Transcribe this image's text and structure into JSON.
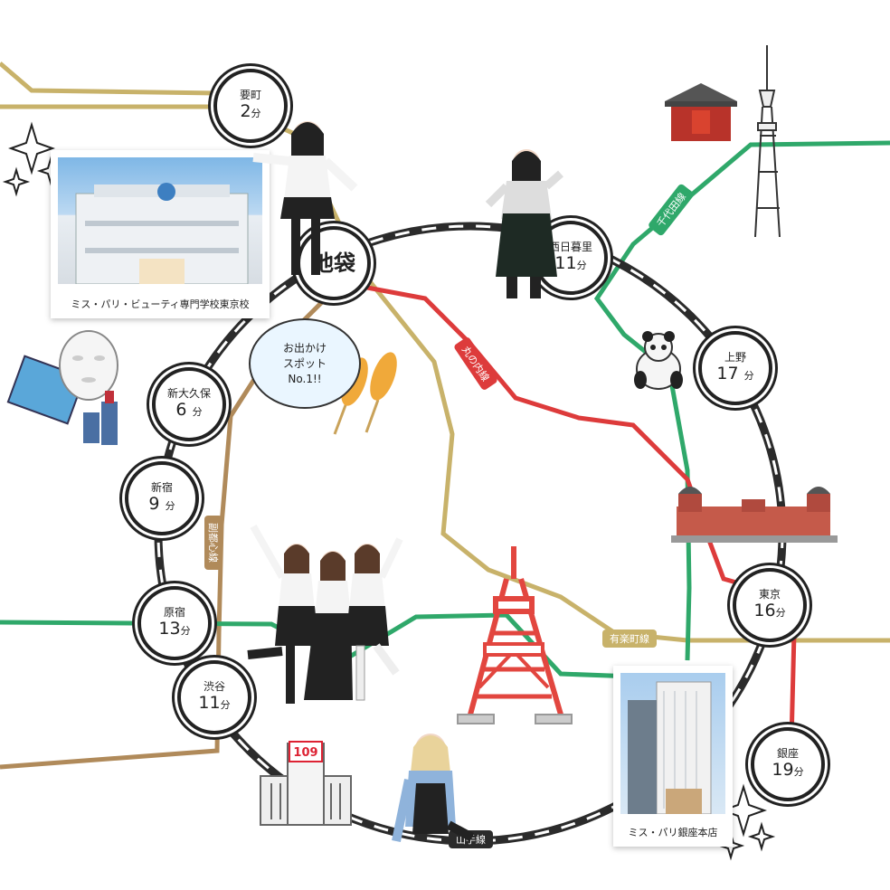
{
  "stations": [
    {
      "id": "kanamecho",
      "name": "要町",
      "minutes": "2",
      "unit": "分"
    },
    {
      "id": "ikebukuro",
      "name": "池袋",
      "minutes": "",
      "unit": ""
    },
    {
      "id": "nishinippori",
      "name": "西日暮里",
      "minutes": "11",
      "unit": "分"
    },
    {
      "id": "ueno",
      "name": "上野",
      "minutes": "17",
      "unit": "分"
    },
    {
      "id": "shinokubo",
      "name": "新大久保",
      "minutes": "6",
      "unit": "分"
    },
    {
      "id": "shinjuku",
      "name": "新宿",
      "minutes": "9",
      "unit": "分"
    },
    {
      "id": "harajuku",
      "name": "原宿",
      "minutes": "13",
      "unit": "分"
    },
    {
      "id": "shibuya",
      "name": "渋谷",
      "minutes": "11",
      "unit": "分"
    },
    {
      "id": "tokyo",
      "name": "東京",
      "minutes": "16",
      "unit": "分"
    },
    {
      "id": "ginza",
      "name": "銀座",
      "minutes": "19",
      "unit": "分"
    }
  ],
  "lines": {
    "yamanote": "山手線",
    "marunouchi": "丸の内線",
    "chiyoda": "千代田線",
    "yurakucho": "有楽町線",
    "fukutoshin": "副都心線"
  },
  "photos": {
    "school": "ミス・パリ・ビューティ専門学校東京校",
    "ginza_store": "ミス・パリ銀座本店"
  },
  "bubble": {
    "line1": "お出かけ",
    "line2": "スポット",
    "line3": "No.1!!"
  },
  "sign_109": "109",
  "colors": {
    "yamanote": "#2b2b2b",
    "marunouchi": "#dd3b3b",
    "chiyoda": "#2fa86a",
    "yurakucho": "#c8b26a",
    "fukutoshin": "#b08a5a",
    "tower": "#e2463f"
  }
}
